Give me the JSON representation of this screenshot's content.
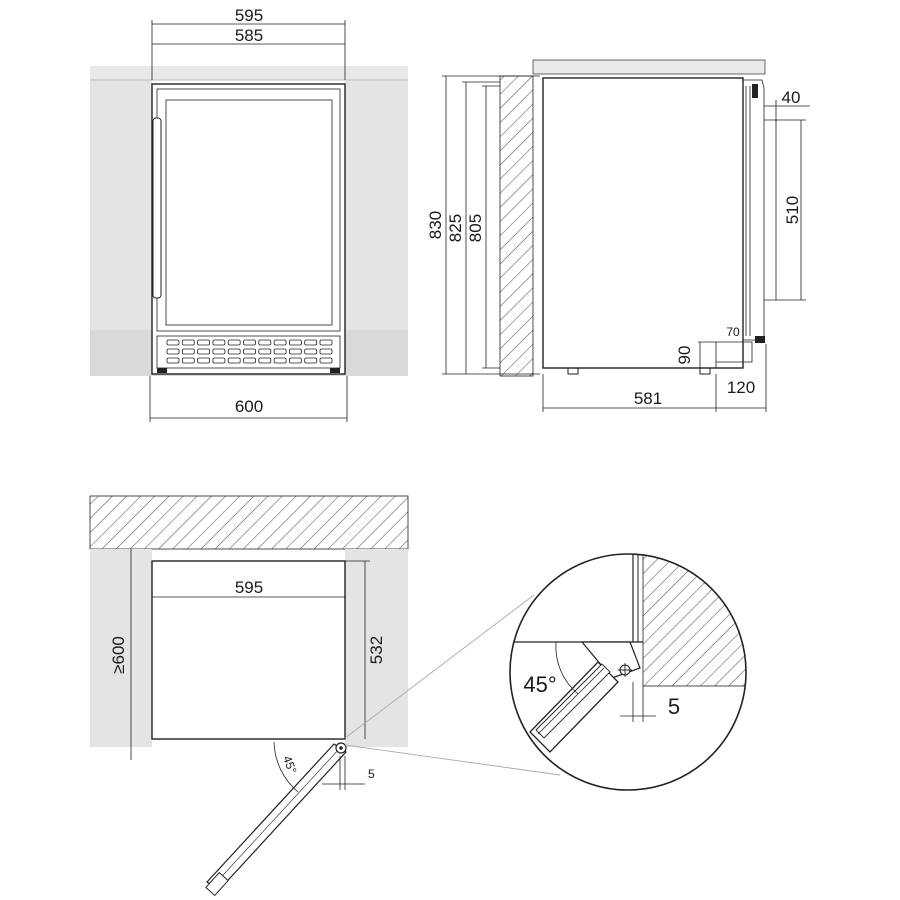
{
  "front_view": {
    "width_outer": "595",
    "width_inner": "585",
    "width_bottom": "600"
  },
  "side_view": {
    "height_total": "830",
    "height_mid": "825",
    "height_body": "805",
    "handle_depth": "40",
    "handle_length": "510",
    "vent_width": "70",
    "vent_height": "90",
    "depth_body": "581",
    "door_clearance": "120"
  },
  "top_view": {
    "min_depth": "≥600",
    "cabinet_width": "595",
    "cabinet_depth": "532",
    "door_angle": "45°",
    "gap": "5"
  },
  "detail_view": {
    "door_angle": "45°",
    "gap": "5"
  }
}
